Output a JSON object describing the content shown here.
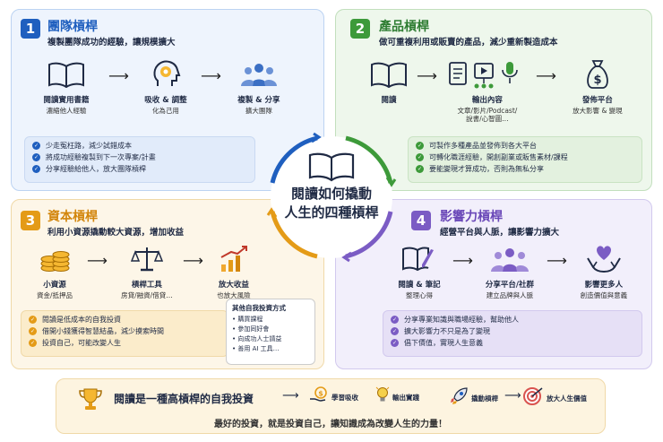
{
  "q1": {
    "num": "1",
    "title": "團隊槓桿",
    "subtitle": "複製團隊成功的經驗，讓規模擴大",
    "nodes": [
      {
        "label": "閱讀實用書籍",
        "sub": "濃縮他人經驗"
      },
      {
        "label": "吸收 & 調整",
        "sub": "化為己用"
      },
      {
        "label": "複製 & 分享",
        "sub": "擴大團隊"
      }
    ],
    "bullets": [
      "少走冤枉路，減少試錯成本",
      "將成功經驗複製到下一次專案/計畫",
      "分享經驗給他人，放大團隊槓桿"
    ]
  },
  "q2": {
    "num": "2",
    "title": "產品槓桿",
    "subtitle": "做可重複利用或販賣的產品，減少重新製造成本",
    "nodes": [
      {
        "label": "閱讀",
        "sub": ""
      },
      {
        "label": "輸出內容",
        "sub": "文章/影片/Podcast/\n說書/心智圖…"
      },
      {
        "label": "發佈平台",
        "sub": "放大影響 & 變現"
      }
    ],
    "bullets": [
      "可製作多種產品並發佈到各大平台",
      "可轉化職涯經驗，開創副業或販售素材/課程",
      "要能變現才算成功，否則為無私分享"
    ]
  },
  "q3": {
    "num": "3",
    "title": "資本槓桿",
    "subtitle": "利用小資源撬動較大資源，增加收益",
    "nodes": [
      {
        "label": "小資源",
        "sub": "資金/抵押品"
      },
      {
        "label": "槓桿工具",
        "sub": "房貸/融資/借貸…"
      },
      {
        "label": "放大收益",
        "sub": "也放大風險"
      }
    ],
    "bullets": [
      "閱讀是低成本的自我投資",
      "借開小錢獲得智慧結晶，減少摸索時間",
      "投資自己，可能改變人生"
    ],
    "other_title": "其他自我投資方式",
    "other_items": [
      "• 購買課程",
      "• 參加同好會",
      "• 向成功人士請益",
      "• 善用 AI 工具…"
    ]
  },
  "q4": {
    "num": "4",
    "title": "影響力槓桿",
    "subtitle": "經營平台與人脈，讓影響力擴大",
    "nodes": [
      {
        "label": "閱讀 & 筆記",
        "sub": "整理心得"
      },
      {
        "label": "分享平台/社群",
        "sub": "建立品牌與人脈"
      },
      {
        "label": "影響更多人",
        "sub": "創造價值與意義"
      }
    ],
    "bullets": [
      "分享專業知識與職場經驗，幫助他人",
      "擴大影響力不只是為了變現",
      "倡下價值，實現人生意義"
    ]
  },
  "center": {
    "line1": "閱讀如何撬動",
    "line2": "人生的四種槓桿"
  },
  "banner": {
    "main": "閱讀是一種高槓桿的自我投資",
    "steps": [
      "學習吸收",
      "輸出實踐",
      "撬動槓桿",
      "放大人生價值"
    ],
    "foot": "最好的投資，就是投資自己，讓知識成為改變人生的力量！"
  },
  "colors": {
    "blue": "#1f5fbf",
    "green": "#3d9a3a",
    "orange": "#e49b17",
    "purple": "#7b5cc4"
  }
}
